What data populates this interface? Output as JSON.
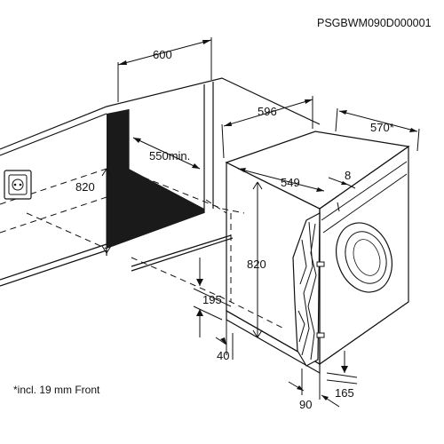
{
  "code": "PSGBWM090D000001",
  "footnote": "*incl. 19 mm Front",
  "dimensions": {
    "niche_width": "600",
    "niche_height": "820",
    "niche_depth": "550min.",
    "machine_width": "596",
    "machine_depth_total": "570*",
    "machine_depth": "549",
    "front_offset": "8",
    "machine_height": "820",
    "plinth_height": "195",
    "plinth_offset": "40",
    "foot_setback": "90",
    "door_clearance": "165"
  }
}
